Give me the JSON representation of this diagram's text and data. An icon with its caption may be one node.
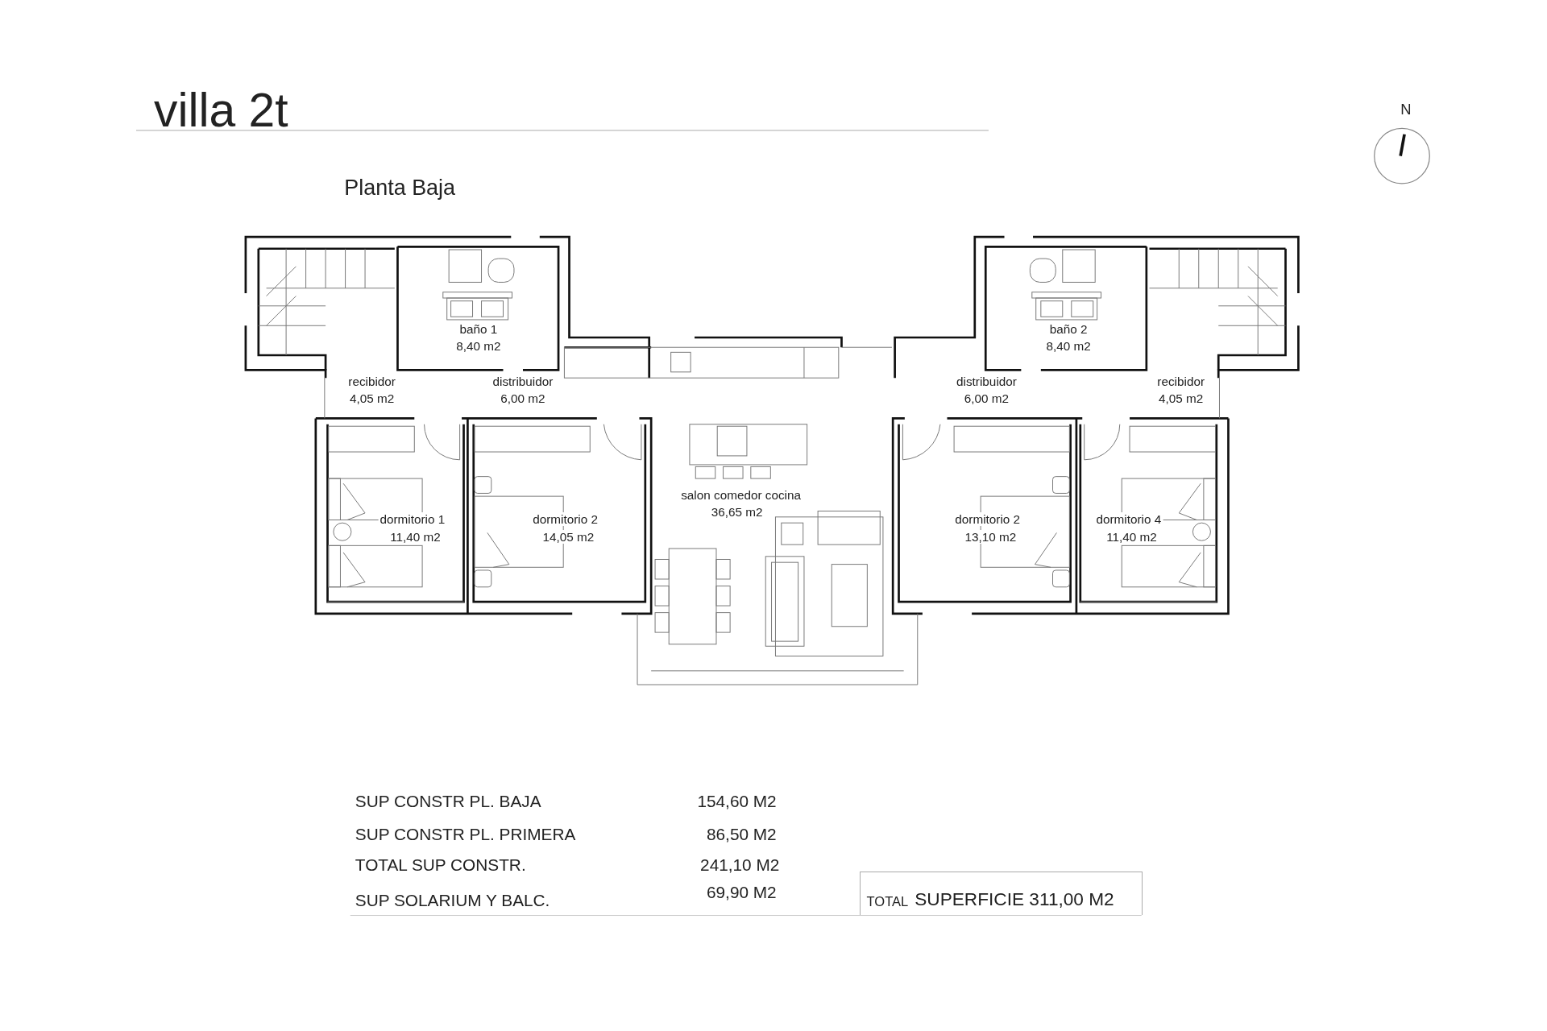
{
  "diagram": {
    "title": "villa 2t",
    "nodes": [
      {
        "text": [
          "TOTAL",
          "SUPERFICIE 311,00 M2"
        ]
      }
    ],
    "edges": [],
    "labels": [
      "N",
      "Planta Baja",
      "baño 1",
      "8,40 m2",
      "baño 2",
      "8,40 m2",
      "recibidor",
      "4,05 m2",
      "distribuidor",
      "6,00 m2",
      "distribuidor",
      "6,00 m2",
      "recibidor",
      "4,05 m2",
      "salon comedor cocina",
      "36,65 m2",
      "dormitorio 1",
      "11,40 m2",
      "dormitorio 2",
      "14,05 m2",
      "dormitorio 2",
      "13,10 m2",
      "dormitorio 4",
      "11,40 m2",
      "SUP CONSTR PL. BAJA",
      "154,60 M2",
      "SUP CONSTR PL. PRIMERA",
      "86,50 M2",
      "TOTAL SUP CONSTR.",
      "241,10 M2",
      "SUP SOLARIUM Y BALC.",
      "69,90 M2"
    ]
  }
}
